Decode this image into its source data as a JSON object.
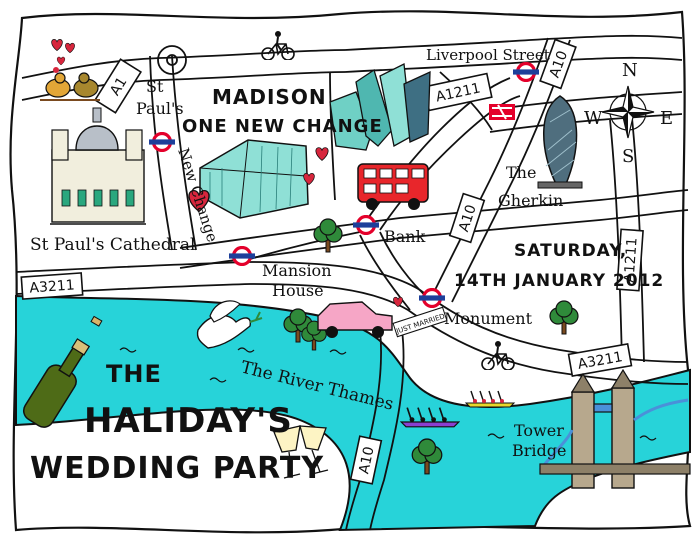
{
  "couple_title": {
    "line1": "THE",
    "line2": "HALIDAY'S",
    "line3": "WEDDING PARTY"
  },
  "event": {
    "venue_line1": "MADISON",
    "venue_line2": "ONE NEW CHANGE",
    "date_line1": "SATURDAY,",
    "date_line2": "14TH JANUARY 2012"
  },
  "places": {
    "st_pauls_cathedral": "St Paul's Cathedral",
    "st_pauls_station_a": "St",
    "st_pauls_station_b": "Paul's",
    "new_change": "New Change",
    "mansion_house_a": "Mansion",
    "mansion_house_b": "House",
    "bank": "Bank",
    "monument": "Monument",
    "liverpool_street": "Liverpool Street",
    "gherkin_a": "The",
    "gherkin_b": "Gherkin",
    "river": "The River Thames",
    "tower_bridge_a": "Tower",
    "tower_bridge_b": "Bridge",
    "just_married": "JUST MARRIED"
  },
  "roads": {
    "a1": "A1",
    "a1211": "A1211",
    "a10_top": "A10",
    "a10_mid": "A10",
    "a10_bottom": "A10",
    "a3211_left": "A3211",
    "a3211_right": "A3211",
    "a1211_right": "A1211"
  },
  "compass": {
    "n": "N",
    "s": "S",
    "e": "E",
    "w": "W"
  },
  "colors": {
    "river": "#27d3d9",
    "underground_red": "#e4002b",
    "underground_blue": "#1d3f9a",
    "bus_red": "#e8262b",
    "tree_green": "#2f8a3a",
    "gherkin": "#4f6e7e",
    "building_glass": "#8fe0d6",
    "heart_red": "#d7263d"
  }
}
